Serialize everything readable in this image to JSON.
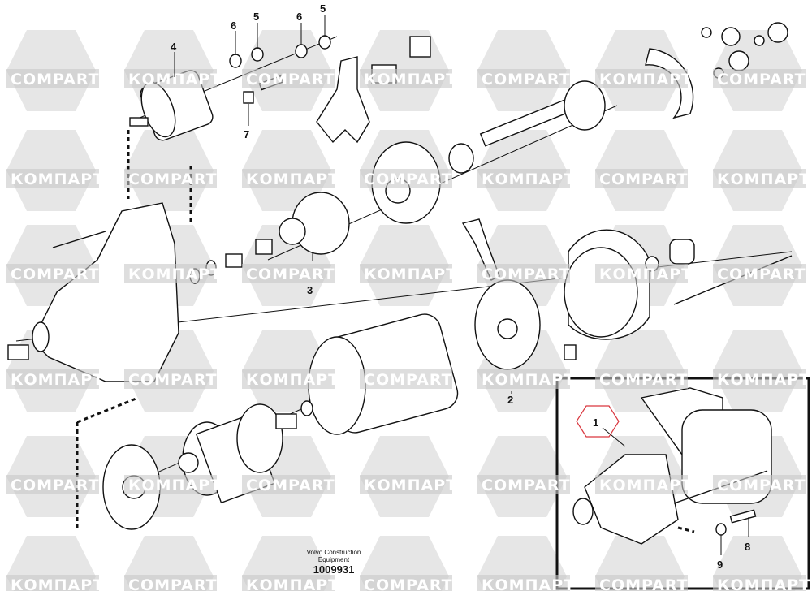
{
  "diagram": {
    "watermarks": [
      "COMPART",
      "КОМПАРТ"
    ],
    "callouts": {
      "c1": "1",
      "c2": "2",
      "c3": "3",
      "c4": "4",
      "c5a": "5",
      "c5b": "5",
      "c6a": "6",
      "c6b": "6",
      "c7": "7",
      "c8": "8",
      "c9": "9"
    },
    "footer": {
      "maker_line1": "Volvo Construction",
      "maker_line2": "Equipment",
      "drawing_number": "1009931"
    },
    "highlight_color": "#d9363e"
  }
}
